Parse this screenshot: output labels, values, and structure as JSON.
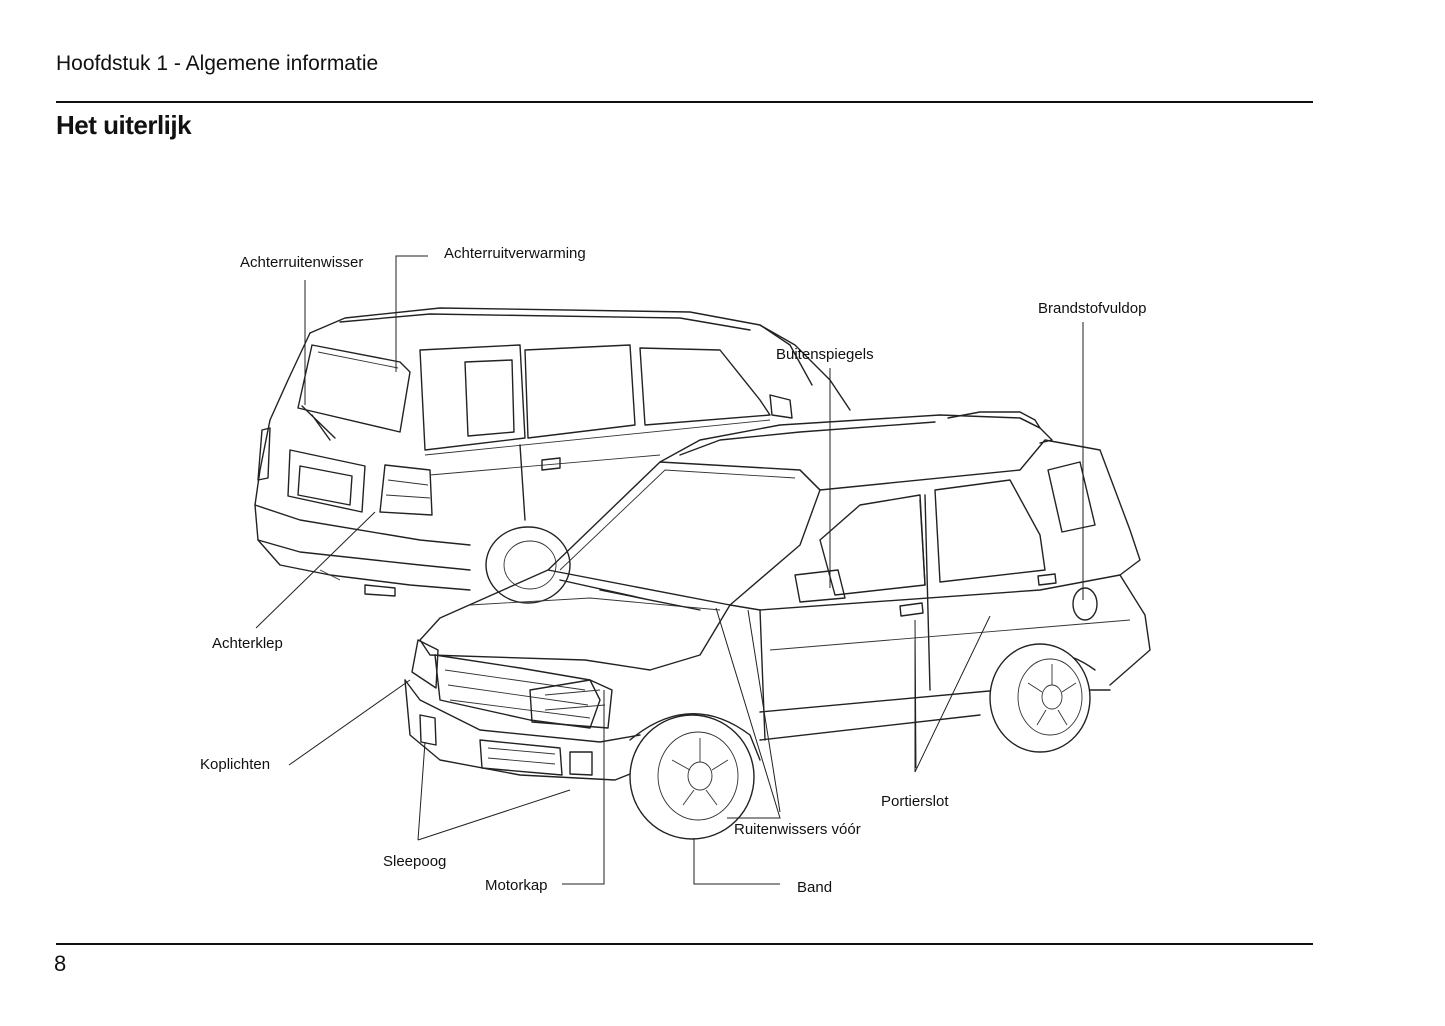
{
  "header": {
    "chapter": "Hoofdstuk 1 - Algemene informatie"
  },
  "title": "Het uiterlijk",
  "labels": {
    "rear_wiper": "Achterruitenwisser",
    "rear_defroster": "Achterruitverwarming",
    "fuel_cap": "Brandstofvuldop",
    "mirrors": "Buitenspiegels",
    "tailgate": "Achterklep",
    "headlights": "Koplichten",
    "door_lock": "Portierslot",
    "front_wipers": "Ruitenwissers vóór",
    "tow_hook": "Sleepoog",
    "hood": "Motorkap",
    "tire": "Band"
  },
  "page_number": "8"
}
